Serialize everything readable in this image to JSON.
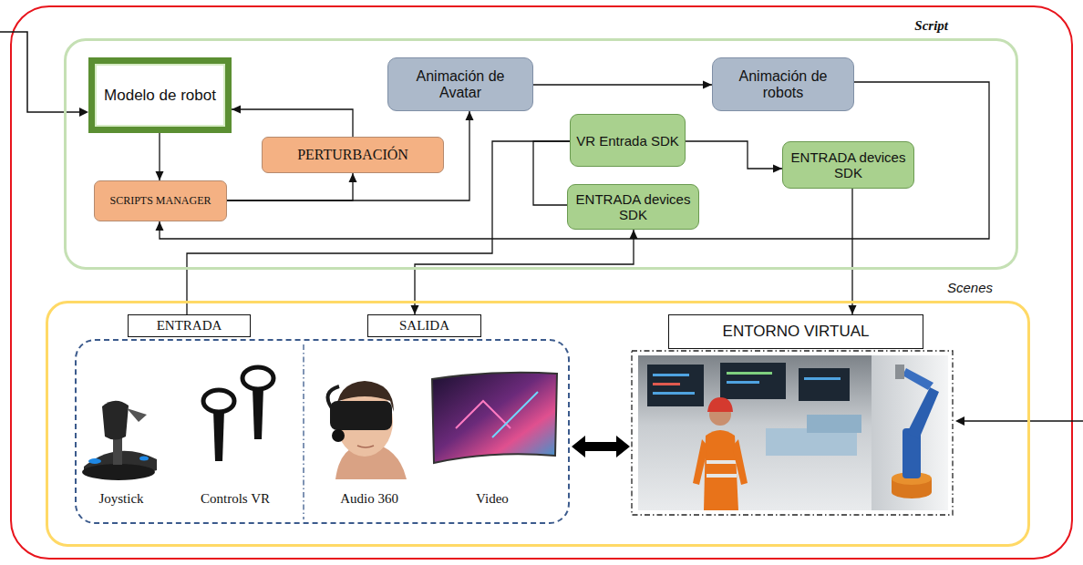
{
  "diagram": {
    "nodes": [
      {
        "text": [
          "Script"
        ]
      },
      {
        "text": [
          "Modelo de robot"
        ],
        "in": 0
      },
      {
        "text": [
          "Animación de Avatar"
        ],
        "in": 0
      },
      {
        "text": [
          "Animación de robots"
        ],
        "in": 0
      },
      {
        "text": [
          "VR Entrada SDK"
        ],
        "in": 0
      },
      {
        "text": [
          "PERTURBACIÓN"
        ],
        "in": 0
      },
      {
        "text": [
          "ENTRADA devices SDK"
        ],
        "in": 0
      },
      {
        "text": [
          "SCRIPTS MANAGER"
        ],
        "in": 0
      },
      {
        "text": [
          "ENTRADA devices SDK"
        ],
        "in": 0
      },
      {
        "text": [
          "Scenes"
        ]
      },
      {
        "text": [
          "ENTRADA"
        ],
        "in": 9
      },
      {
        "text": [
          "SALIDA"
        ],
        "in": 9
      },
      {
        "text": [
          "ENTORNO VIRTUAL"
        ],
        "in": 9
      },
      {
        "text": [
          "Joystick",
          "Controls VR",
          "Audio 360",
          "Video"
        ],
        "in": 9
      }
    ],
    "edges": [
      {
        "from": 1,
        "to": 7,
        "arrow": "to"
      },
      {
        "from": 7,
        "to": 5,
        "arrow": "to"
      },
      {
        "from": 5,
        "to": 1,
        "arrow": "to"
      },
      {
        "from": 7,
        "to": 2,
        "arrow": "to"
      },
      {
        "from": 2,
        "to": 3,
        "arrow": "to"
      },
      {
        "from": 3,
        "to": 7,
        "arrow": "to"
      },
      {
        "from": 10,
        "to": 4,
        "arrow": "none"
      },
      {
        "from": 4,
        "to": 8,
        "arrow": "none"
      },
      {
        "from": 8,
        "to": 11,
        "arrow": "both"
      },
      {
        "from": 4,
        "to": 6,
        "arrow": "to"
      },
      {
        "from": 6,
        "to": 12,
        "arrow": "to"
      }
    ]
  }
}
